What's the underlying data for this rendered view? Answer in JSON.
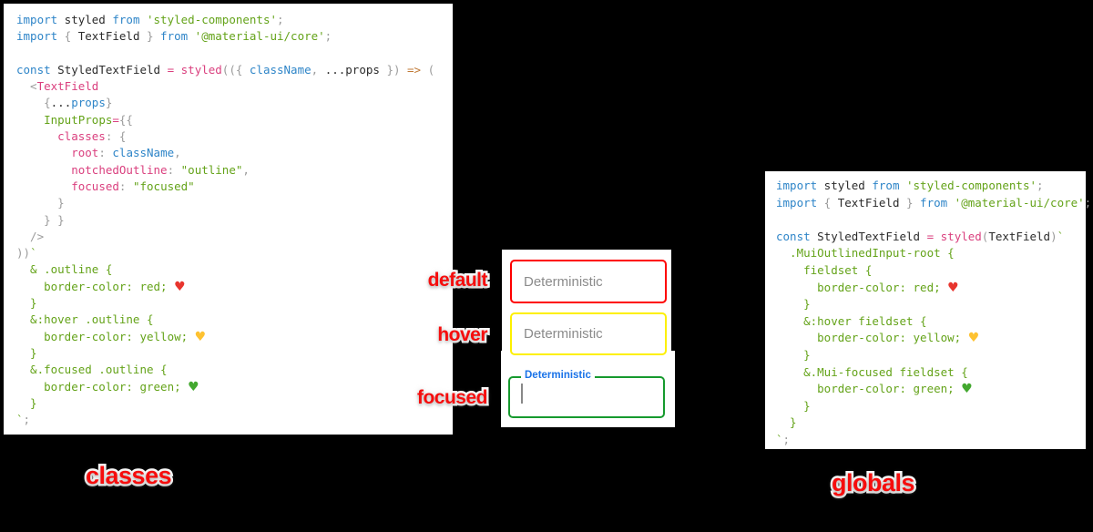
{
  "colors": {
    "background": "#000000",
    "panel_background": "#ffffff",
    "syntax_keyword_blue": "#2e85c8",
    "syntax_identifier_black": "#2b2b2b",
    "syntax_string_green": "#64a319",
    "syntax_punctuation_gray": "#9b9b9b",
    "syntax_pink": "#da3f7e",
    "syntax_arrow_orange": "#c07a36",
    "heart_red": "#e8352e",
    "heart_yellow": "#fec231",
    "heart_green": "#43a82f",
    "field_default_border": "#fe0000",
    "field_hover_border": "#fdf000",
    "field_focused_border": "#169a2e",
    "floating_label_blue": "#1a73e8",
    "placeholder_gray": "#8b8b8b",
    "annotation_red": "#f60d0d"
  },
  "classes_panel": {
    "caption": "classes",
    "code_lines": [
      [
        [
          "kw",
          "import"
        ],
        [
          "id",
          " styled "
        ],
        [
          "kw",
          "from"
        ],
        [
          "str",
          " 'styled-components'"
        ],
        [
          "pun",
          ";"
        ]
      ],
      [
        [
          "kw",
          "import"
        ],
        [
          "pun",
          " { "
        ],
        [
          "id",
          "TextField"
        ],
        [
          "pun",
          " } "
        ],
        [
          "kw",
          "from"
        ],
        [
          "str",
          " '@material-ui/core'"
        ],
        [
          "pun",
          ";"
        ]
      ],
      [],
      [
        [
          "kw",
          "const"
        ],
        [
          "id",
          " StyledTextField "
        ],
        [
          "pink",
          "="
        ],
        [
          "id",
          " "
        ],
        [
          "pink",
          "styled"
        ],
        [
          "pun",
          "(({ "
        ],
        [
          "kw",
          "className"
        ],
        [
          "pun",
          ", "
        ],
        [
          "id",
          "...props"
        ],
        [
          "pun",
          " }) "
        ],
        [
          "orange",
          "=>"
        ],
        [
          "pun",
          " ("
        ]
      ],
      [
        [
          "pun",
          "  <"
        ],
        [
          "pink",
          "TextField"
        ]
      ],
      [
        [
          "pun",
          "    {"
        ],
        [
          "id",
          "..."
        ],
        [
          "kw",
          "props"
        ],
        [
          "pun",
          "}"
        ]
      ],
      [
        [
          "pun",
          "    "
        ],
        [
          "css",
          "InputProps"
        ],
        [
          "pink",
          "="
        ],
        [
          "pun",
          "{{"
        ]
      ],
      [
        [
          "pun",
          "      "
        ],
        [
          "pink",
          "classes"
        ],
        [
          "pun",
          ": {"
        ]
      ],
      [
        [
          "pun",
          "        "
        ],
        [
          "pink",
          "root"
        ],
        [
          "pun",
          ": "
        ],
        [
          "kw",
          "className"
        ],
        [
          "pun",
          ","
        ]
      ],
      [
        [
          "pun",
          "        "
        ],
        [
          "pink",
          "notchedOutline"
        ],
        [
          "pun",
          ": "
        ],
        [
          "str",
          "\"outline\""
        ],
        [
          "pun",
          ","
        ]
      ],
      [
        [
          "pun",
          "        "
        ],
        [
          "pink",
          "focused"
        ],
        [
          "pun",
          ": "
        ],
        [
          "str",
          "\"focused\""
        ]
      ],
      [
        [
          "pun",
          "      }"
        ]
      ],
      [
        [
          "pun",
          "    } }"
        ]
      ],
      [
        [
          "pun",
          "  />"
        ]
      ],
      [
        [
          "pun",
          "))"
        ],
        [
          "str",
          "`"
        ]
      ],
      [
        [
          "css",
          "  & .outline {"
        ]
      ],
      [
        [
          "css",
          "    border-color: red; "
        ],
        [
          "hr",
          "♥"
        ]
      ],
      [
        [
          "css",
          "  }"
        ]
      ],
      [
        [
          "css",
          "  &:hover .outline {"
        ]
      ],
      [
        [
          "css",
          "    border-color: yellow; "
        ],
        [
          "hy",
          "♥"
        ]
      ],
      [
        [
          "css",
          "  }"
        ]
      ],
      [
        [
          "css",
          "  &.focused .outline {"
        ]
      ],
      [
        [
          "css",
          "    border-color: green; "
        ],
        [
          "hg",
          "♥"
        ]
      ],
      [
        [
          "css",
          "  }"
        ]
      ],
      [
        [
          "str",
          "`"
        ],
        [
          "pun",
          ";"
        ]
      ]
    ]
  },
  "globals_panel": {
    "caption": "globals",
    "code_lines": [
      [
        [
          "kw",
          "import"
        ],
        [
          "id",
          " styled "
        ],
        [
          "kw",
          "from"
        ],
        [
          "str",
          " 'styled-components'"
        ],
        [
          "pun",
          ";"
        ]
      ],
      [
        [
          "kw",
          "import"
        ],
        [
          "pun",
          " { "
        ],
        [
          "id",
          "TextField"
        ],
        [
          "pun",
          " } "
        ],
        [
          "kw",
          "from"
        ],
        [
          "str",
          " '@material-ui/core'"
        ],
        [
          "pun",
          ";"
        ]
      ],
      [],
      [
        [
          "kw",
          "const"
        ],
        [
          "id",
          " StyledTextField "
        ],
        [
          "pink",
          "="
        ],
        [
          "id",
          " "
        ],
        [
          "pink",
          "styled"
        ],
        [
          "pun",
          "("
        ],
        [
          "id",
          "TextField"
        ],
        [
          "pun",
          ")"
        ],
        [
          "str",
          "`"
        ]
      ],
      [
        [
          "css",
          "  .MuiOutlinedInput-root {"
        ]
      ],
      [
        [
          "css",
          "    fieldset {"
        ]
      ],
      [
        [
          "css",
          "      border-color: red; "
        ],
        [
          "hr",
          "♥"
        ]
      ],
      [
        [
          "css",
          "    }"
        ]
      ],
      [
        [
          "css",
          "    &:hover fieldset {"
        ]
      ],
      [
        [
          "css",
          "      border-color: yellow; "
        ],
        [
          "hy",
          "♥"
        ]
      ],
      [
        [
          "css",
          "    }"
        ]
      ],
      [
        [
          "css",
          "    &.Mui-focused fieldset {"
        ]
      ],
      [
        [
          "css",
          "      border-color: green; "
        ],
        [
          "hg",
          "♥"
        ]
      ],
      [
        [
          "css",
          "    }"
        ]
      ],
      [
        [
          "css",
          "  }"
        ]
      ],
      [
        [
          "str",
          "`"
        ],
        [
          "pun",
          ";"
        ]
      ]
    ]
  },
  "demo": {
    "states": [
      {
        "label": "default",
        "placeholder": "Deterministic"
      },
      {
        "label": "hover",
        "placeholder": "Deterministic"
      },
      {
        "label": "focused",
        "floating_label": "Deterministic",
        "value": ""
      }
    ]
  }
}
